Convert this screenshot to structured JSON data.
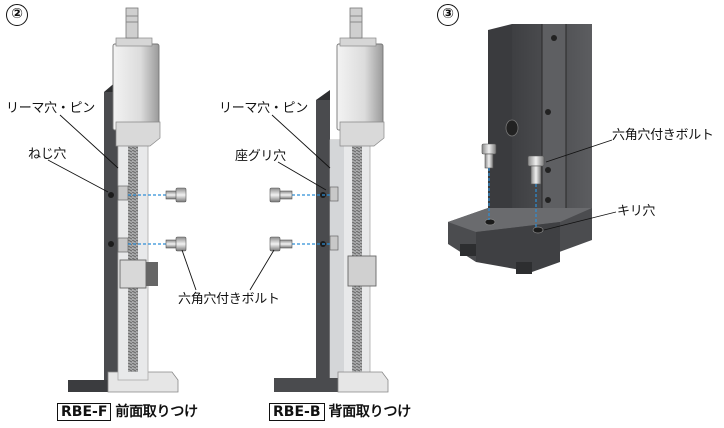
{
  "steps": {
    "step2": "②",
    "step3": "③"
  },
  "labels": {
    "left_reamer": "リーマ穴・ピン",
    "left_screw_hole": "ねじ穴",
    "right_reamer": "リーマ穴・ピン",
    "right_counterbore": "座グリ穴",
    "hex_bolt_center": "六角穴付きボルト",
    "hex_bolt_step3": "六角穴付きボルト",
    "drill_hole": "キリ穴"
  },
  "captions": {
    "front": {
      "model": "RBE-F",
      "text": "前面取りつけ"
    },
    "back": {
      "model": "RBE-B",
      "text": "背面取りつけ"
    }
  },
  "colors": {
    "plate_dark": "#4a4b4e",
    "body_light": "#e9eaeb",
    "leader_blue": "#2f8fd6"
  }
}
